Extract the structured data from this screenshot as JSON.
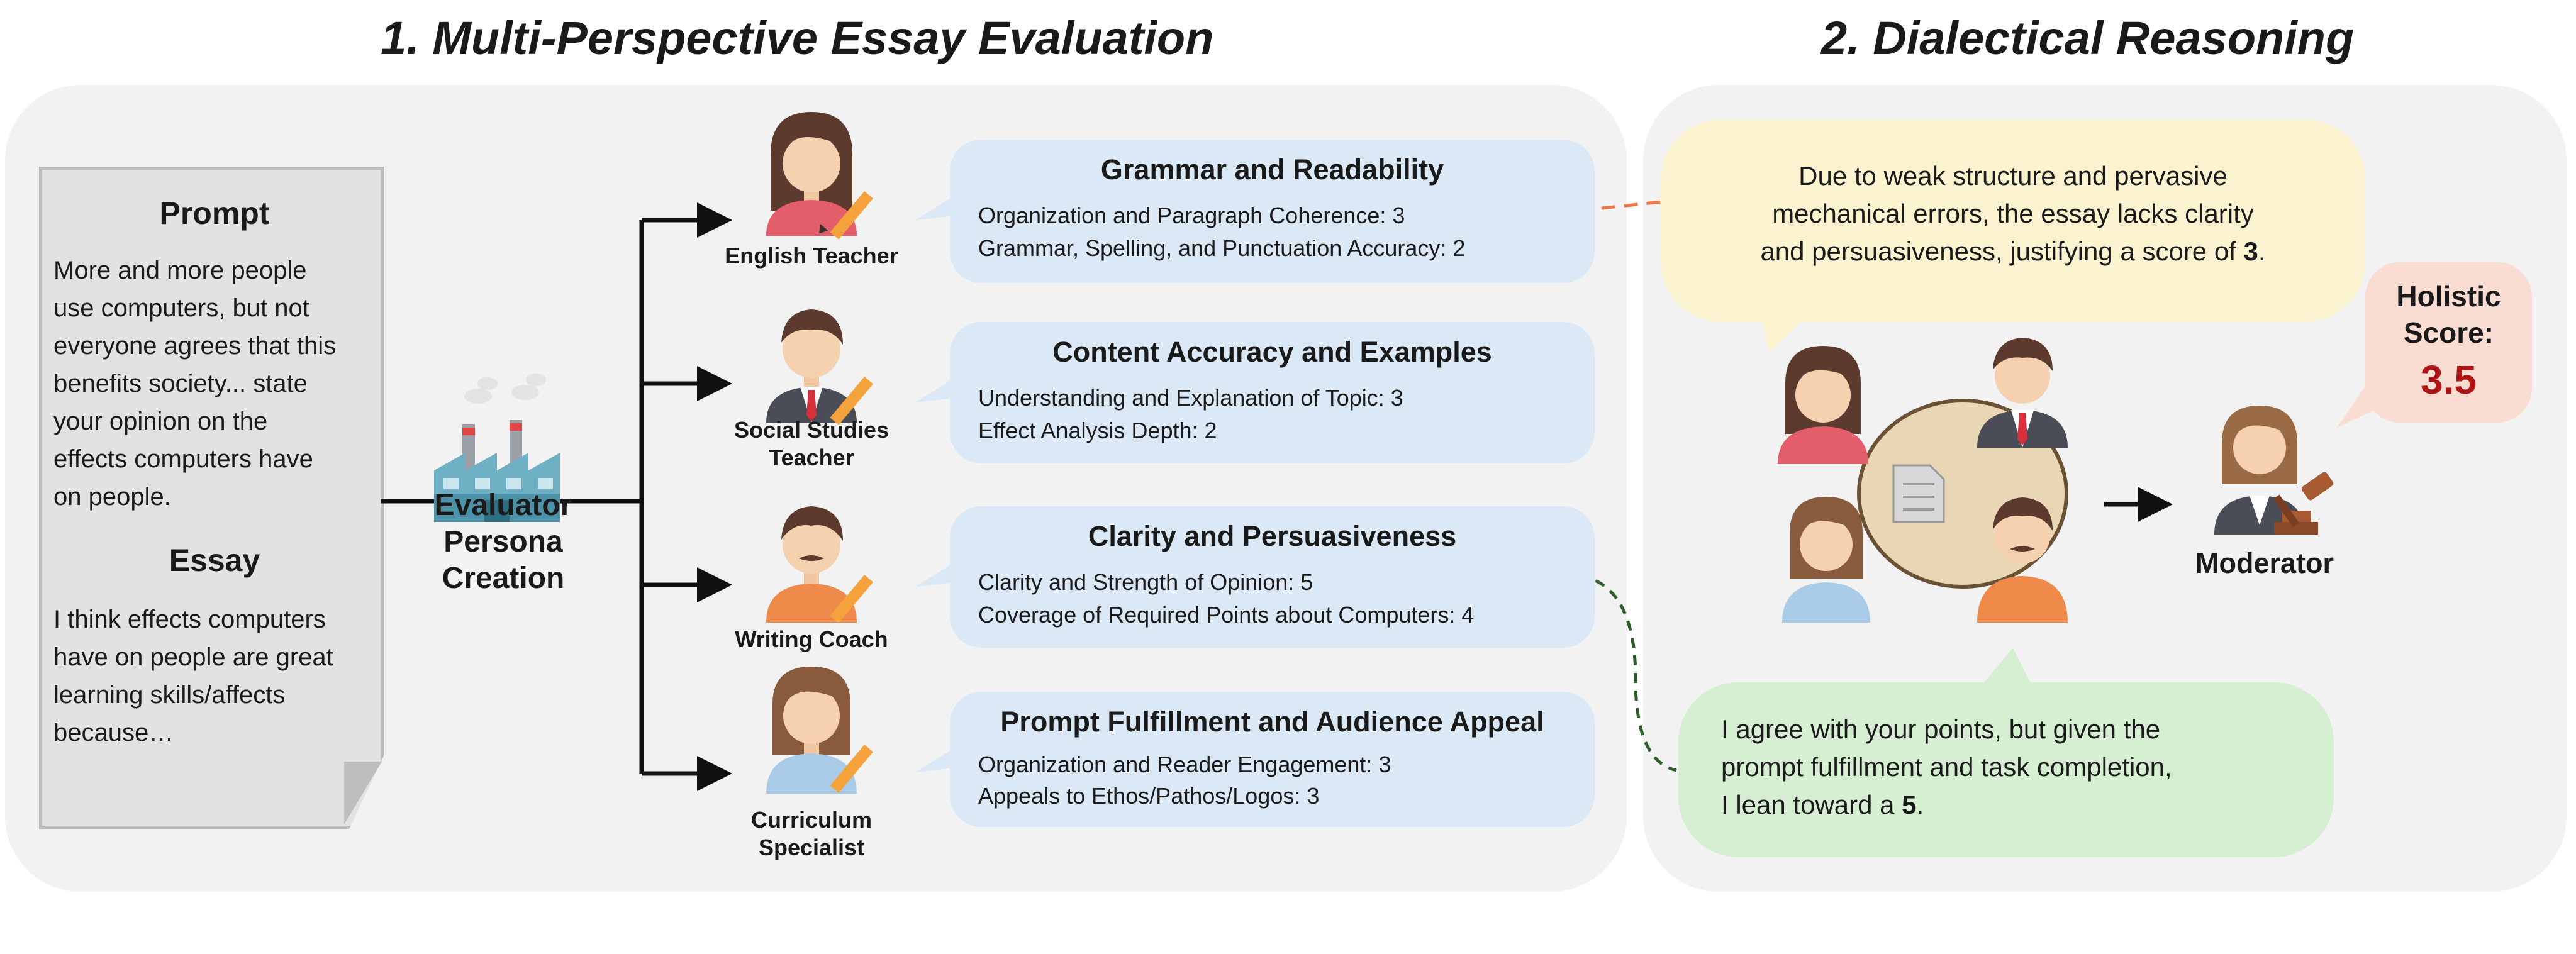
{
  "section1": {
    "title": "1. Multi-Perspective Essay Evaluation"
  },
  "section2": {
    "title": "2. Dialectical Reasoning"
  },
  "document": {
    "prompt_heading": "Prompt",
    "prompt_lines": [
      "More and more people",
      "use computers, but not",
      "everyone agrees that this",
      "benefits society...  state",
      "your opinion on the",
      "effects computers have",
      "on people."
    ],
    "essay_heading": "Essay",
    "essay_lines": [
      "I think effects computers",
      "have on people are great",
      "learning skills/affects",
      "because…"
    ]
  },
  "factory": {
    "label_lines": [
      "Evaluator",
      "Persona",
      "Creation"
    ],
    "icon": "factory-icon"
  },
  "personas": [
    {
      "label_lines": [
        "English Teacher"
      ],
      "rubric_title": "Grammar and Readability",
      "rubric_items": [
        "Organization and Paragraph Coherence: 3",
        "Grammar, Spelling, and Punctuation Accuracy: 2"
      ]
    },
    {
      "label_lines": [
        "Social Studies",
        "Teacher"
      ],
      "rubric_title": "Content Accuracy and Examples",
      "rubric_items": [
        "Understanding and Explanation of Topic: 3",
        "Effect Analysis Depth: 2"
      ]
    },
    {
      "label_lines": [
        "Writing Coach"
      ],
      "rubric_title": "Clarity and Persuasiveness",
      "rubric_items": [
        "Clarity and Strength of Opinion: 5",
        "Coverage of Required Points about Computers: 4"
      ]
    },
    {
      "label_lines": [
        "Curriculum",
        "Specialist"
      ],
      "rubric_title": "Prompt Fulfillment and Audience Appeal",
      "rubric_items": [
        "Organization and Reader Engagement: 3",
        "Appeals to Ethos/Pathos/Logos: 3"
      ]
    }
  ],
  "dialectic": {
    "yellow_bubble": {
      "lines": [
        "Due to weak structure and pervasive",
        "mechanical errors, the essay lacks clarity"
      ],
      "line3_text": "and persuasiveness, justifying a score of ",
      "line3_bold": "3",
      "line3_end": ".",
      "color": "#fbf3cf"
    },
    "green_bubble": {
      "lines": [
        "I agree with your points, but given the",
        "prompt fulfillment and task completion,"
      ],
      "line3_text": "I lean toward a ",
      "line3_bold": "5",
      "line3_end": ".",
      "color": "#d6efd2"
    },
    "table_icon": "document-icon",
    "moderator_label": "Moderator",
    "score_title_lines": [
      "Holistic",
      "Score:"
    ],
    "score_value": "3.5",
    "score_color": "#b01515"
  },
  "colors": {
    "panel": "#f2f2f2",
    "rubric": "#dbe8f5",
    "score_box": "#f9dcd2",
    "table": "#e9d6b4"
  }
}
